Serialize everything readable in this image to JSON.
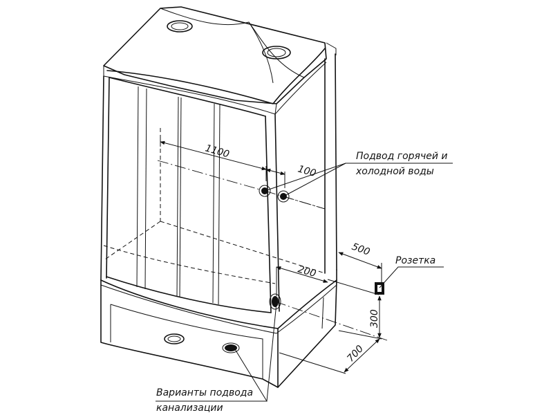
{
  "dimensions": {
    "width_1100": "1100",
    "offset_100": "100",
    "socket_500": "500",
    "socket_200": "200",
    "socket_300": "300",
    "depth_700": "700"
  },
  "callouts": {
    "water_line1": "Подвод горячей и",
    "water_line2": "холодной воды",
    "socket": "Розетка",
    "drain_line1": "Варианты подвода",
    "drain_line2": "канализации"
  }
}
